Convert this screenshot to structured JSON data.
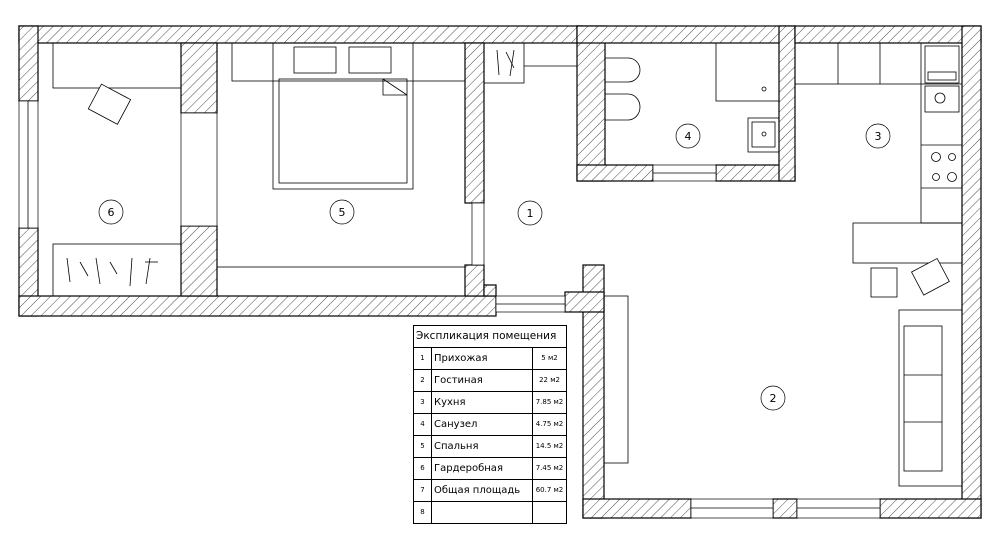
{
  "rooms": [
    {
      "id": "1",
      "label": "1"
    },
    {
      "id": "2",
      "label": "2"
    },
    {
      "id": "3",
      "label": "3"
    },
    {
      "id": "4",
      "label": "4"
    },
    {
      "id": "5",
      "label": "5"
    },
    {
      "id": "6",
      "label": "6"
    }
  ],
  "legend": {
    "title": "Экспликация помещения",
    "rows": [
      {
        "num": "1",
        "name": "Прихожая",
        "area": "5 м2"
      },
      {
        "num": "2",
        "name": "Гостиная",
        "area": "22 м2"
      },
      {
        "num": "3",
        "name": "Кухня",
        "area": "7.85 м2"
      },
      {
        "num": "4",
        "name": "Санузел",
        "area": "4.75 м2"
      },
      {
        "num": "5",
        "name": "Спальня",
        "area": "14.5 м2"
      },
      {
        "num": "6",
        "name": "Гардеробная",
        "area": "7.45 м2"
      },
      {
        "num": "7",
        "name": "Общая площадь",
        "area": "60.7 м2"
      },
      {
        "num": "8",
        "name": "",
        "area": ""
      }
    ]
  }
}
